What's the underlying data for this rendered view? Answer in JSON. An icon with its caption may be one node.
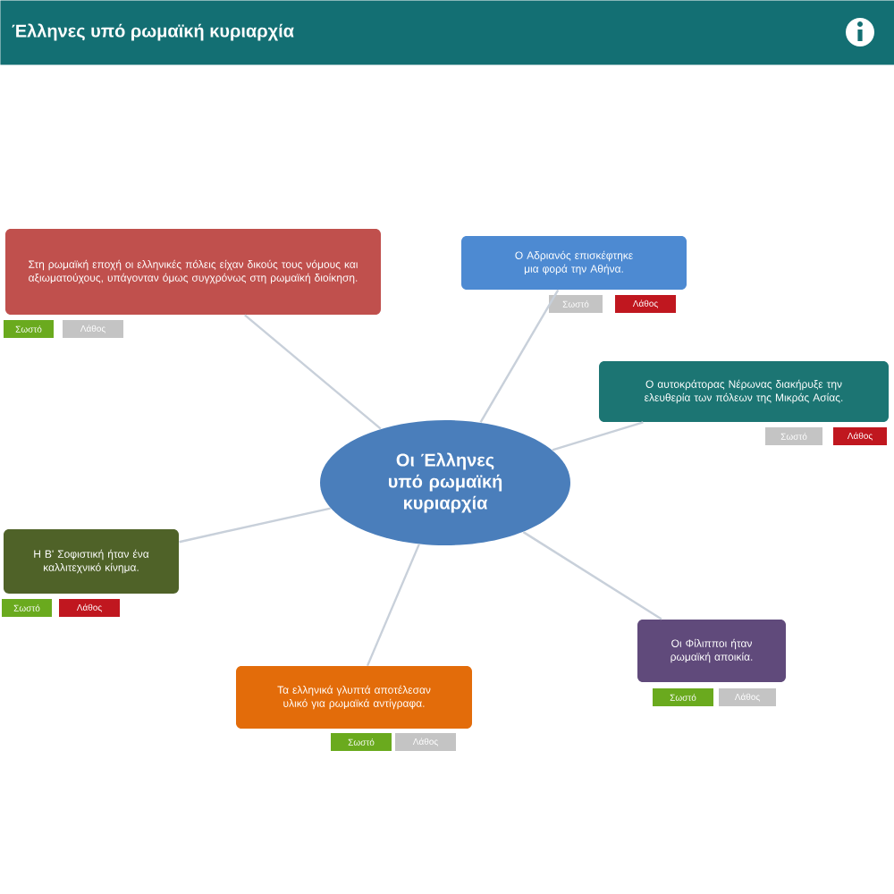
{
  "diagram": {
    "title": "Έλληνες υπό ρωμαϊκή κυριαρχία",
    "nodes": [
      {
        "text": [
          "Στη ρωμαϊκή εποχή οι ελληνικές πόλεις είχαν δικούς τους νόμους και αξιωματούχους, υπάγονταν όμως συγχρόνως στη ρωμαϊκή διοίκηση."
        ]
      },
      {
        "text": [
          "Σωστό"
        ]
      },
      {
        "text": [
          "Λάθος"
        ]
      },
      {
        "text": [
          "Ο Αδριανός επισκέφτηκε μια φορά την Αθήνα."
        ]
      },
      {
        "text": [
          "Σωστό"
        ]
      },
      {
        "text": [
          "Λάθος"
        ]
      },
      {
        "text": [
          "Ο αυτοκράτορας Νέρωνας διακήρυξε την ελευθερία των πόλεων της Μικράς Ασίας."
        ]
      },
      {
        "text": [
          "Σωστό"
        ]
      },
      {
        "text": [
          "Λάθος"
        ]
      },
      {
        "text": [
          "Οι Έλληνες υπό ρωμαϊκή κυριαρχία"
        ]
      },
      {
        "text": [
          "Η Β' Σοφιστική ήταν ένα καλλιτεχνικό κίνημα."
        ]
      },
      {
        "text": [
          "Σωστό"
        ]
      },
      {
        "text": [
          "Λάθος"
        ]
      },
      {
        "text": [
          "Οι Φίλιπποι ήταν ρωμαϊκή αποικία."
        ]
      },
      {
        "text": [
          "Σωστό"
        ]
      },
      {
        "text": [
          "Λάθος"
        ]
      },
      {
        "text": [
          "Τα ελληνικά γλυπτά αποτέλεσαν υλικό για ρωμαϊκά αντίγραφα."
        ]
      },
      {
        "text": [
          "Σωστό"
        ]
      },
      {
        "text": [
          "Λάθος"
        ]
      }
    ],
    "edges": [
      {
        "from": 9,
        "to": 0,
        "arrow": "none"
      },
      {
        "from": 9,
        "to": 3,
        "arrow": "none"
      },
      {
        "from": 9,
        "to": 6,
        "arrow": "none"
      },
      {
        "from": 9,
        "to": 10,
        "arrow": "none"
      },
      {
        "from": 9,
        "to": 13,
        "arrow": "none"
      },
      {
        "from": 9,
        "to": 16,
        "arrow": "none"
      }
    ]
  }
}
